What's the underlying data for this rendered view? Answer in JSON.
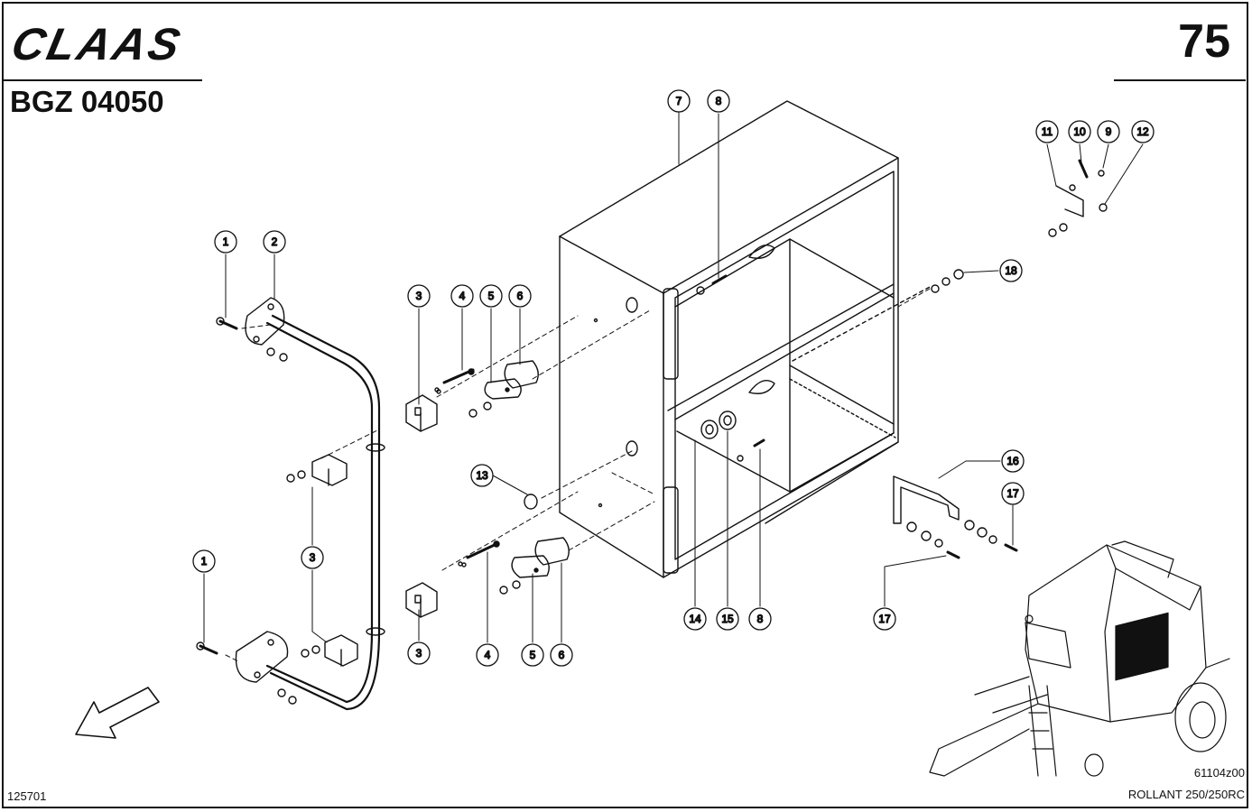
{
  "header": {
    "brand_logo": "CLAAS",
    "page_number": "75",
    "group_code": "BGZ 04050"
  },
  "footer": {
    "document_number": "125701",
    "drawing_number": "61104z00",
    "model_name": "ROLLANT 250/250RC"
  },
  "callouts": [
    {
      "id": "c1a",
      "label": "1"
    },
    {
      "id": "c2",
      "label": "2"
    },
    {
      "id": "c3a",
      "label": "3"
    },
    {
      "id": "c4a",
      "label": "4"
    },
    {
      "id": "c5a",
      "label": "5"
    },
    {
      "id": "c6a",
      "label": "6"
    },
    {
      "id": "c7",
      "label": "7"
    },
    {
      "id": "c8a",
      "label": "8"
    },
    {
      "id": "c11",
      "label": "11"
    },
    {
      "id": "c10",
      "label": "10"
    },
    {
      "id": "c9",
      "label": "9"
    },
    {
      "id": "c12",
      "label": "12"
    },
    {
      "id": "c18",
      "label": "18"
    },
    {
      "id": "c3b",
      "label": "3"
    },
    {
      "id": "c13",
      "label": "13"
    },
    {
      "id": "c16",
      "label": "16"
    },
    {
      "id": "c17a",
      "label": "17"
    },
    {
      "id": "c1b",
      "label": "1"
    },
    {
      "id": "c3c",
      "label": "3"
    },
    {
      "id": "c4b",
      "label": "4"
    },
    {
      "id": "c5b",
      "label": "5"
    },
    {
      "id": "c6b",
      "label": "6"
    },
    {
      "id": "c14",
      "label": "14"
    },
    {
      "id": "c15",
      "label": "15"
    },
    {
      "id": "c8b",
      "label": "8"
    },
    {
      "id": "c17b",
      "label": "17"
    }
  ],
  "icons": {
    "direction_arrow": "direction-arrow-icon",
    "machine_overview": "baler-overview-icon"
  }
}
